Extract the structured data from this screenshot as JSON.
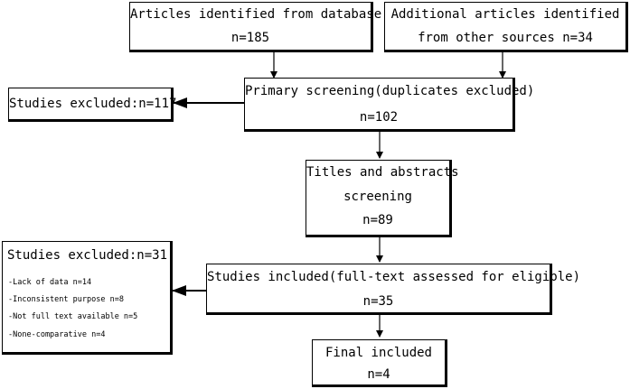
{
  "boxes": {
    "database": {
      "line1": "Articles identified from database",
      "line2": "n=185"
    },
    "other": {
      "line1": "Additional articles identified",
      "line2": "from other sources n=34"
    },
    "primary": {
      "line1": "Primary screening(duplicates excluded)",
      "line2": "n=102"
    },
    "excluded1": {
      "line1": "Studies excluded:n=117"
    },
    "titles": {
      "line1": "Titles and abstracts",
      "line2": "screening",
      "line3": "n=89"
    },
    "excluded2": {
      "title": "Studies excluded:n=31",
      "items": [
        "-Lack of data n=14",
        "-Inconsistent purpose n=8",
        "-Not full text available n=5",
        "-None-comparative n=4"
      ]
    },
    "fulltext": {
      "line1": "Studies included(full-text assessed for eligible)",
      "line2": "n=35"
    },
    "final": {
      "line1": "Final included",
      "line2": "n=4"
    }
  }
}
